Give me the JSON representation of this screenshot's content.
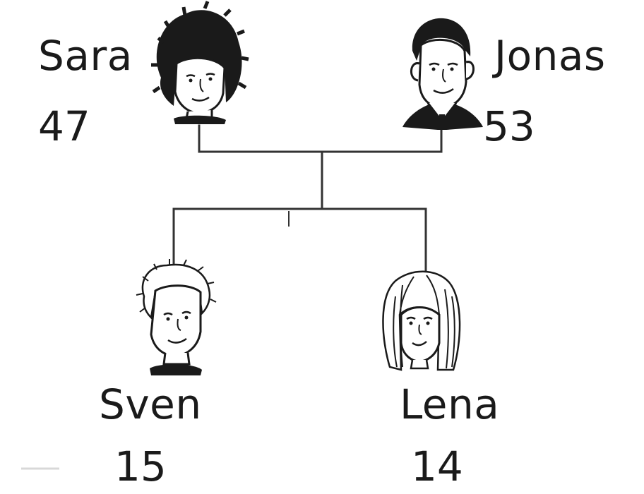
{
  "people": [
    {
      "name": "Sara",
      "age": "47"
    },
    {
      "name": "Jonas",
      "age": "53"
    },
    {
      "name": "Sven",
      "age": "15"
    },
    {
      "name": "Lena",
      "age": "14"
    }
  ]
}
